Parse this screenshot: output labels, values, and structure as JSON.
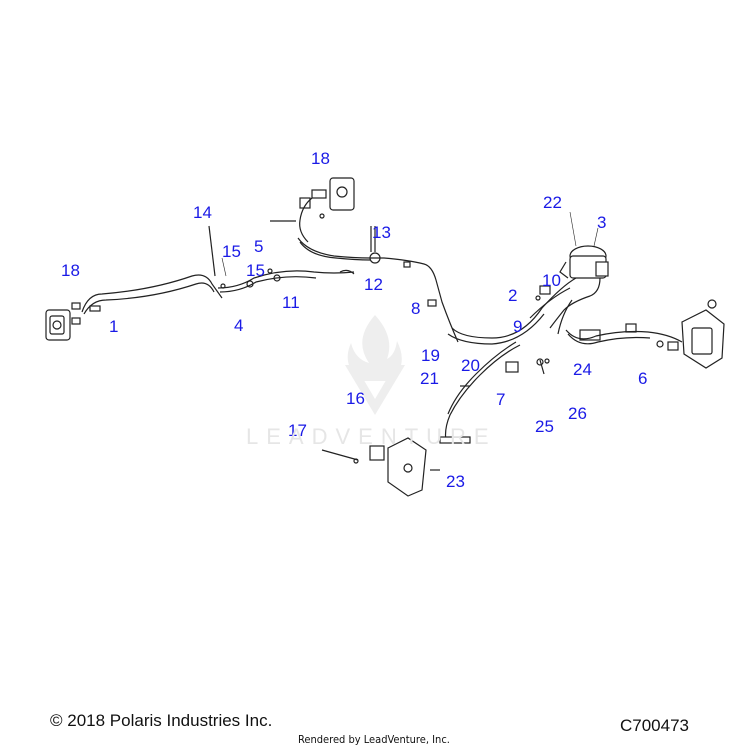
{
  "diagram": {
    "callouts": [
      "18",
      "14",
      "15",
      "15",
      "11",
      "1",
      "4",
      "18",
      "5",
      "13",
      "12",
      "8",
      "19",
      "20",
      "21",
      "7",
      "16",
      "17",
      "23",
      "22",
      "3",
      "10",
      "2",
      "9",
      "24",
      "6",
      "25",
      "26"
    ],
    "footer": {
      "copyright": "© 2018 Polaris Industries Inc.",
      "drawing_code": "C700473",
      "rendered_by": "Rendered by LeadVenture, Inc."
    },
    "watermark": "LEADVENTURE",
    "colors": {
      "callout": "#1a1ae6",
      "line": "#222222",
      "watermark": "#e6e6e6"
    }
  }
}
